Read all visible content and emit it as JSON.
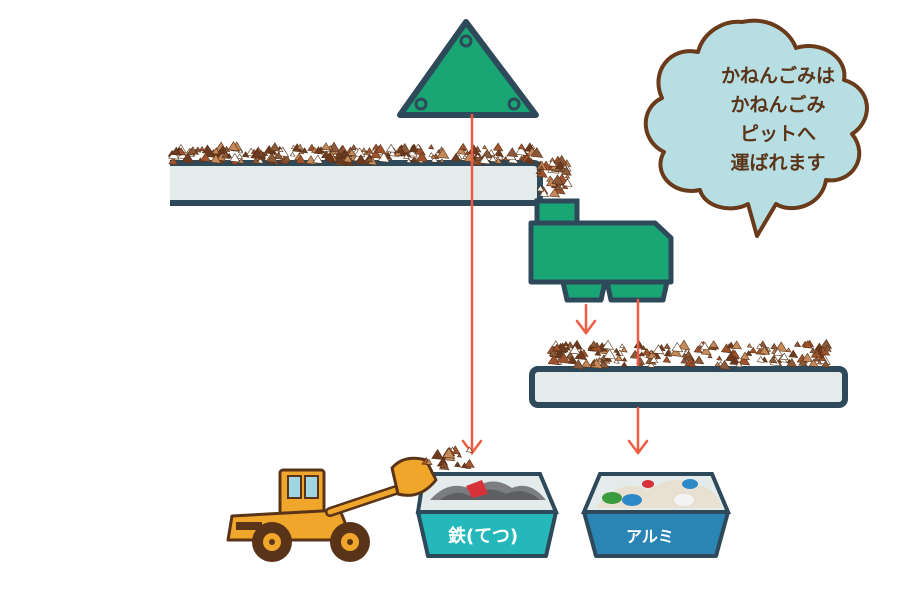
{
  "speech_bubble": {
    "lines": [
      "かねんごみは",
      "かねんごみ",
      "ピットへ",
      "運ばれます"
    ]
  },
  "bins": {
    "iron_label": "鉄(てつ)",
    "aluminum_label": "アルミ"
  },
  "colors": {
    "machine_green": "#1aa575",
    "outline_navy": "#2e4a5a",
    "conveyor_fill": "#e3eceb",
    "arrow_red": "#ec5d43",
    "bubble_fill": "#b7dfe3",
    "bubble_outline": "#6a3b1a",
    "bin_teal": "#25b8bb",
    "bin_blue": "#2a84b4",
    "loader_yellow": "#efa62b"
  }
}
